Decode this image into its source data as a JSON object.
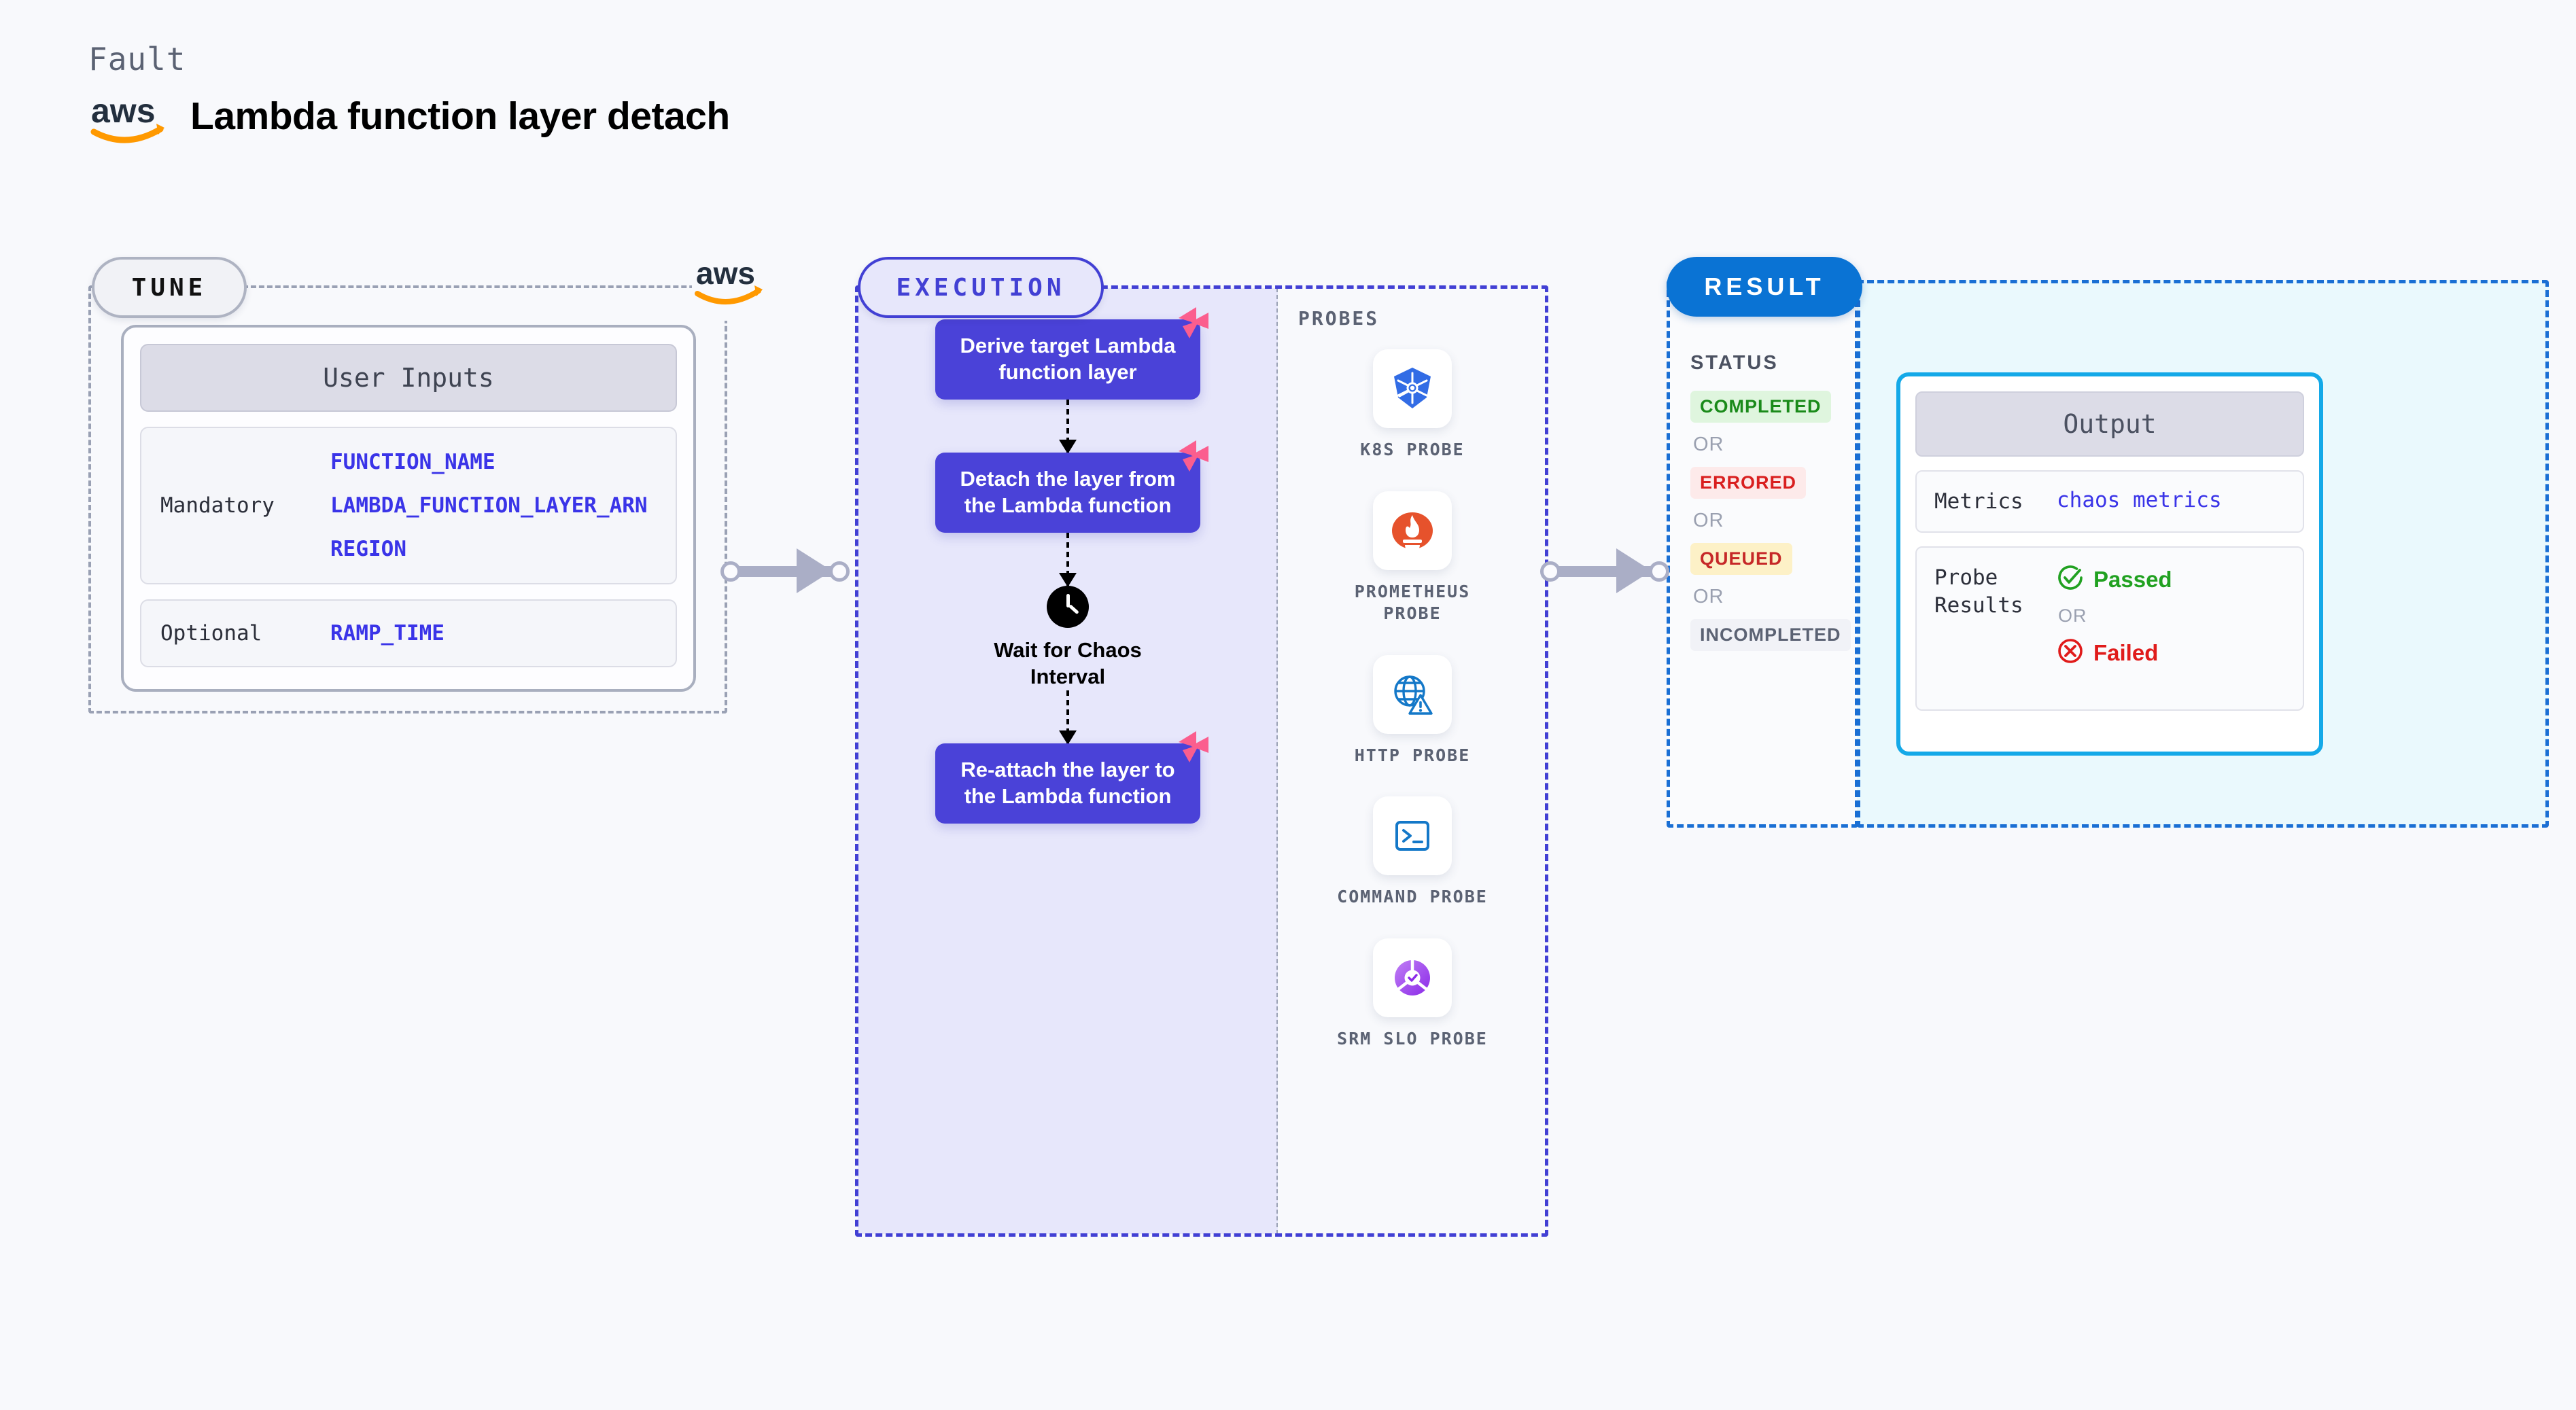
{
  "header": {
    "fault_label": "Fault",
    "title": "Lambda function layer detach",
    "provider_icon": "aws-logo"
  },
  "tune": {
    "badge": "TUNE",
    "provider_icon": "aws-logo",
    "card_title": "User Inputs",
    "groups": [
      {
        "label": "Mandatory",
        "values": [
          "FUNCTION_NAME",
          "LAMBDA_FUNCTION_LAYER_ARN",
          "REGION"
        ]
      },
      {
        "label": "Optional",
        "values": [
          "RAMP_TIME"
        ]
      }
    ]
  },
  "execution": {
    "badge": "EXECUTION",
    "steps": [
      {
        "label": "Derive target Lambda function layer",
        "badge_icon": "harness-logo-icon"
      },
      {
        "label": "Detach the layer from the Lambda function",
        "badge_icon": "harness-logo-icon"
      },
      {
        "label": "Re-attach the layer to the Lambda function",
        "badge_icon": "harness-logo-icon"
      }
    ],
    "wait_node": {
      "icon": "clock-icon",
      "label": "Wait for Chaos Interval"
    }
  },
  "probes": {
    "title": "PROBES",
    "items": [
      {
        "name": "K8S PROBE",
        "icon": "kubernetes-icon"
      },
      {
        "name": "PROMETHEUS PROBE",
        "icon": "prometheus-icon"
      },
      {
        "name": "HTTP PROBE",
        "icon": "http-globe-warning-icon"
      },
      {
        "name": "COMMAND PROBE",
        "icon": "terminal-icon"
      },
      {
        "name": "SRM SLO PROBE",
        "icon": "srm-slo-icon"
      }
    ]
  },
  "result": {
    "badge": "RESULT",
    "status_title": "STATUS",
    "or_text": "OR",
    "statuses": [
      {
        "label": "COMPLETED",
        "bg": "#dff5de",
        "fg": "#1a8a1a"
      },
      {
        "label": "ERRORED",
        "bg": "#fdeaea",
        "fg": "#d91f1f"
      },
      {
        "label": "QUEUED",
        "bg": "#fdf1c7",
        "fg": "#c62828"
      },
      {
        "label": "INCOMPLETED",
        "bg": "#f1f2f7",
        "fg": "#5b6273"
      }
    ],
    "output": {
      "title": "Output",
      "metrics_label": "Metrics",
      "metrics_value": "chaos metrics",
      "probe_results_label": "Probe Results",
      "or_text": "OR",
      "passed": {
        "label": "Passed",
        "icon": "check-circle-icon",
        "color": "#21a121"
      },
      "failed": {
        "label": "Failed",
        "icon": "x-circle-icon",
        "color": "#e01b1b"
      }
    }
  },
  "colors": {
    "page_bg": "#f8f9fc",
    "execution_purple": "#4a42d8",
    "execution_panel": "#e7e7fb",
    "result_blue": "#0a73d4",
    "output_border": "#14a9e8",
    "harness_pink": "#fb5e8e",
    "aws_orange": "#f90"
  }
}
